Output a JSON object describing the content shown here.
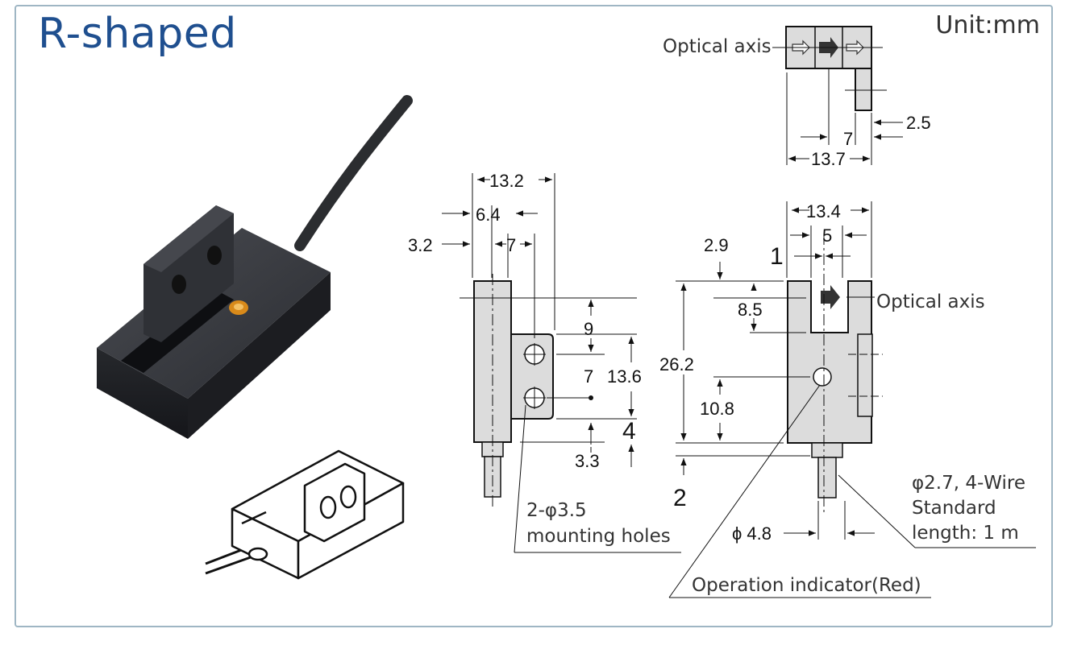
{
  "title": "R-shaped",
  "unit": "Unit:mm",
  "top_view": {
    "optical_axis_label": "Optical axis",
    "dims": {
      "d2_5": "2.5",
      "d7": "7",
      "d13_7": "13.7"
    }
  },
  "side_view": {
    "dims": {
      "d13_2": "13.2",
      "d6_4": "6.4",
      "d3_2": "3.2",
      "d7": "7",
      "d9": "9",
      "d7b": "7",
      "d13_6": "13.6",
      "d4": "4",
      "d3_3": "3.3"
    },
    "holes_note": [
      "2-φ3.5",
      "mounting holes"
    ]
  },
  "front_view": {
    "optical_axis_label": "Optical axis",
    "dims": {
      "d13_4": "13.4",
      "d5": "5",
      "d1": "1",
      "d2_9": "2.9",
      "d8_5": "8.5",
      "d26_2": "26.2",
      "d10_8": "10.8",
      "d2": "2",
      "d4_8": "ϕ 4.8"
    },
    "cable_note": [
      "φ2.7, 4-Wire",
      "Standard",
      "length: 1 m"
    ],
    "indicator_note": "Operation indicator(Red)"
  },
  "colors": {
    "title": "#1f4f8f",
    "frame": "#9fb6c4",
    "body": "#dcdcdc",
    "sensor": "#2a2c31",
    "led": "#d98a1a"
  }
}
